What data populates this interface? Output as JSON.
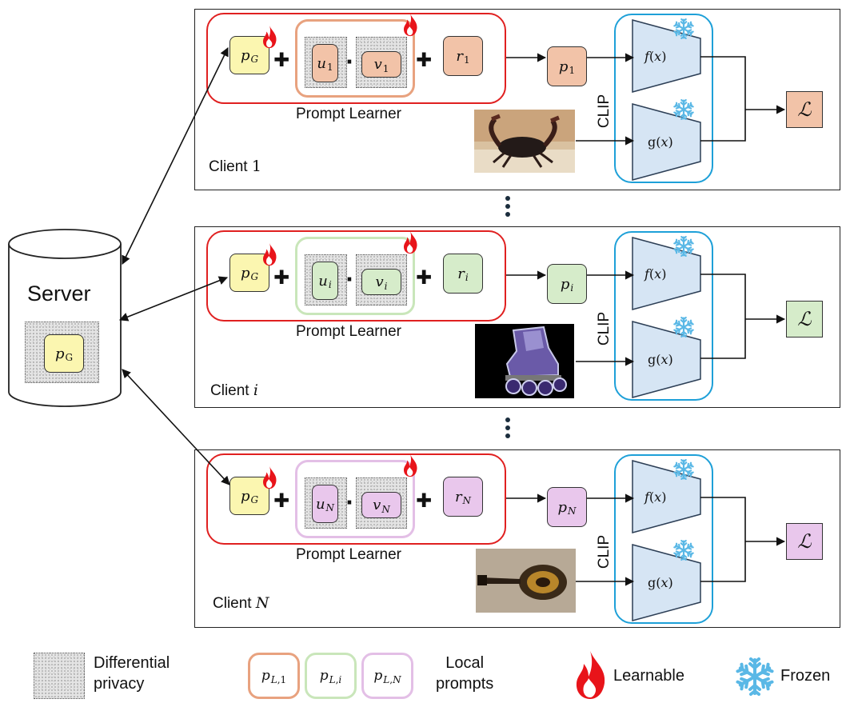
{
  "server": {
    "label": "Server",
    "token": "p",
    "token_sub": "G"
  },
  "clients": [
    {
      "label": "Client",
      "label_var": "1",
      "label_var_italic": false,
      "u_sub": "1",
      "v_sub": "1",
      "r_sub": "1",
      "p_sub": "1",
      "sub_italic": false,
      "accent": "#f2c3a8",
      "outline": "#e8a27f"
    },
    {
      "label": "Client",
      "label_var": "i",
      "label_var_italic": true,
      "u_sub": "i",
      "v_sub": "i",
      "r_sub": "i",
      "p_sub": "i",
      "sub_italic": true,
      "accent": "#d6ecca",
      "outline": "#c9e6ba"
    },
    {
      "label": "Client",
      "label_var": "N",
      "label_var_italic": true,
      "u_sub": "N",
      "v_sub": "N",
      "r_sub": "N",
      "p_sub": "N",
      "sub_italic": true,
      "accent": "#e9c7ec",
      "outline": "#e3bfe6"
    }
  ],
  "common": {
    "prompt_learner": "Prompt Learner",
    "clip": "CLIP",
    "text_encoder": "f(x)",
    "image_encoder": "g(x)",
    "loss_symbol": "ℒ",
    "global_token": "p",
    "global_sub": "G",
    "u": "u",
    "v": "v",
    "r": "r",
    "p": "p",
    "dot": "·"
  },
  "legend": {
    "dp_line1": "Differential",
    "dp_line2": "privacy",
    "local_tokens": [
      "p_{L,1}",
      "p_{L,i}",
      "p_{L,N}"
    ],
    "local_line1": "Local",
    "local_line2": "prompts",
    "learnable": "Learnable",
    "frozen": "Frozen"
  },
  "colors": {
    "global_fill": "#fbf6b0",
    "encoder_fill": "#d6e5f4",
    "red": "#e02020",
    "blue": "#1ea0d8"
  }
}
